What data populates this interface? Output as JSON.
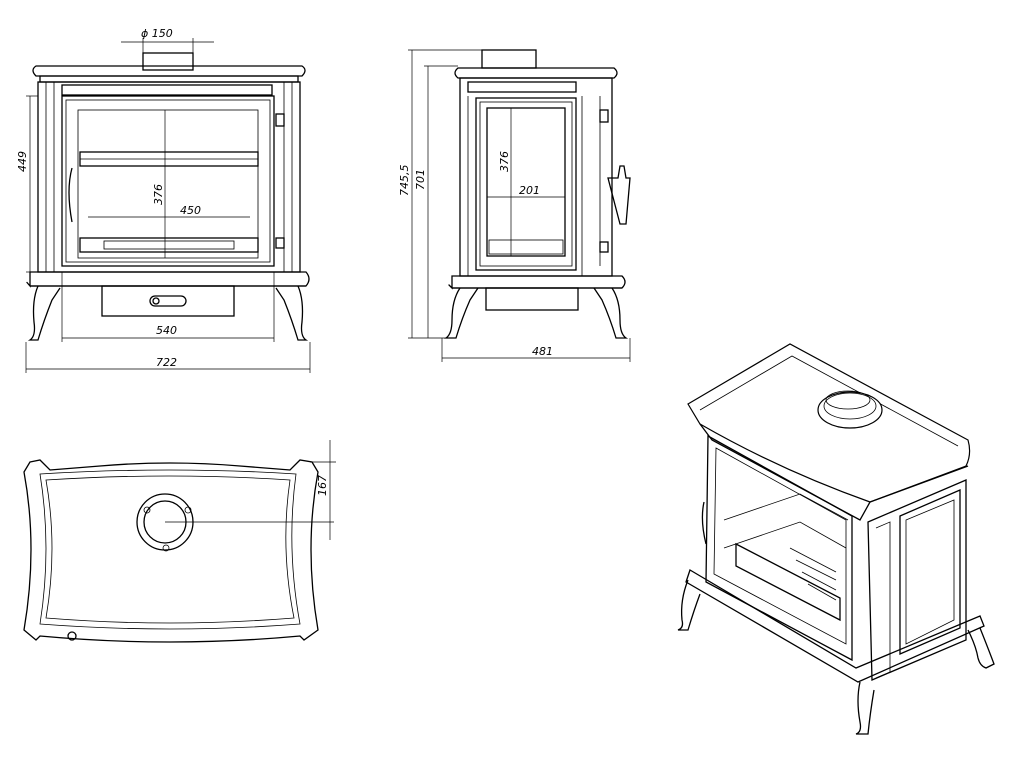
{
  "diagram": {
    "front_view": {
      "flue_diameter": "ϕ 150",
      "glass_height": "449",
      "inner_height": "376",
      "inner_width": "450",
      "firebox_width": "540",
      "overall_width": "722"
    },
    "side_view": {
      "overall_height": "745,5",
      "flue_height": "701",
      "glass_height": "376",
      "glass_width": "201",
      "overall_depth": "481"
    },
    "top_view": {
      "flue_offset": "167"
    }
  }
}
